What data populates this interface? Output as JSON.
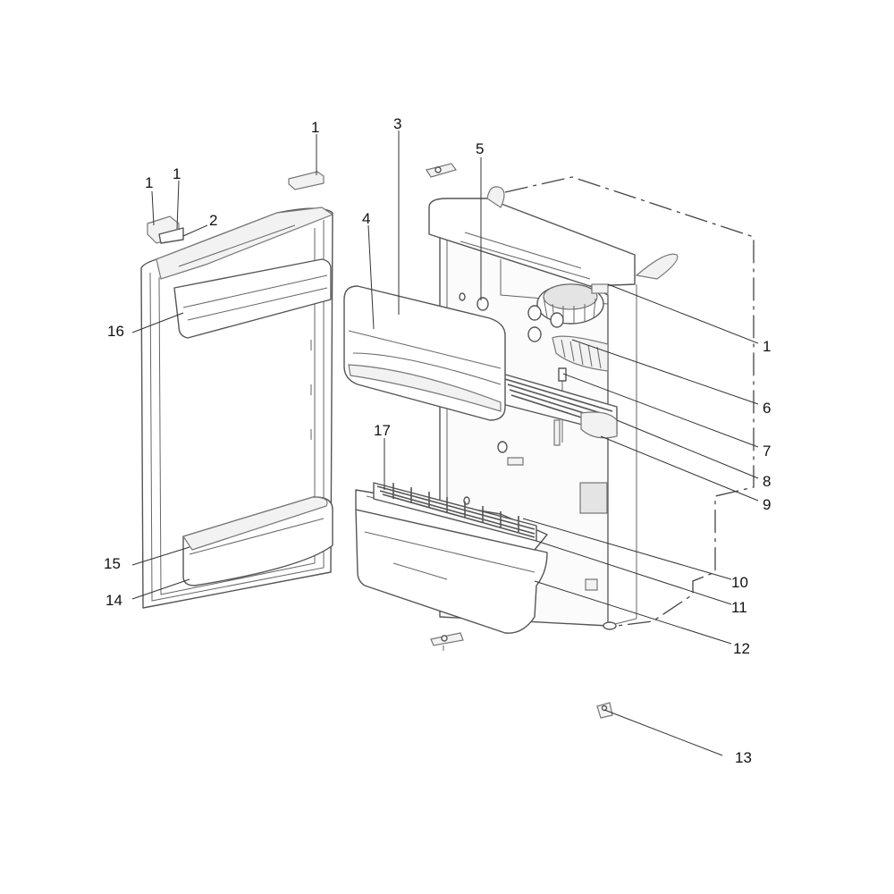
{
  "diagram": {
    "callouts": [
      {
        "id": "c1a",
        "text": "1"
      },
      {
        "id": "c1b",
        "text": "1"
      },
      {
        "id": "c1c",
        "text": "1"
      },
      {
        "id": "c1d",
        "text": "1"
      },
      {
        "id": "c2",
        "text": "2"
      },
      {
        "id": "c3",
        "text": "3"
      },
      {
        "id": "c4",
        "text": "4"
      },
      {
        "id": "c5",
        "text": "5"
      },
      {
        "id": "c6",
        "text": "6"
      },
      {
        "id": "c7",
        "text": "7"
      },
      {
        "id": "c8",
        "text": "8"
      },
      {
        "id": "c9",
        "text": "9"
      },
      {
        "id": "c10",
        "text": "10"
      },
      {
        "id": "c11",
        "text": "11"
      },
      {
        "id": "c12",
        "text": "12"
      },
      {
        "id": "c13",
        "text": "13"
      },
      {
        "id": "c14",
        "text": "14"
      },
      {
        "id": "c15",
        "text": "15"
      },
      {
        "id": "c16",
        "text": "16"
      },
      {
        "id": "c17",
        "text": "17"
      }
    ]
  }
}
